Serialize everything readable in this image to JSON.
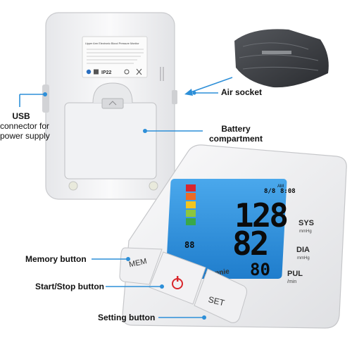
{
  "callouts": {
    "air_socket": "Air socket",
    "usb_line1": "USB",
    "usb_line2": "connector for",
    "usb_line3": "power supply",
    "battery_line1": "Battery",
    "battery_line2": "compartment",
    "memory_button": "Memory button",
    "start_stop_button": "Start/Stop button",
    "setting_button": "Setting button"
  },
  "back_label": {
    "line1": "Upper Arm Electronic Blood Pressure Monitor",
    "rating": "IP22"
  },
  "device": {
    "brand": "wonnie",
    "mem_label": "MEM",
    "set_label": "SET",
    "sys_label": "SYS",
    "sys_unit": "mmHg",
    "dia_label": "DIA",
    "dia_unit": "mmHg",
    "pul_label": "PUL",
    "pul_unit": "/min",
    "sys_value": "128",
    "dia_value": "82",
    "pul_value": "80",
    "mem_index": "88",
    "clock": "8:08",
    "am_label": "AM",
    "date": "8/8"
  },
  "colors": {
    "accent": "#2d8fd8",
    "lcd": "#2a8fd9",
    "power": "#d9262b"
  }
}
